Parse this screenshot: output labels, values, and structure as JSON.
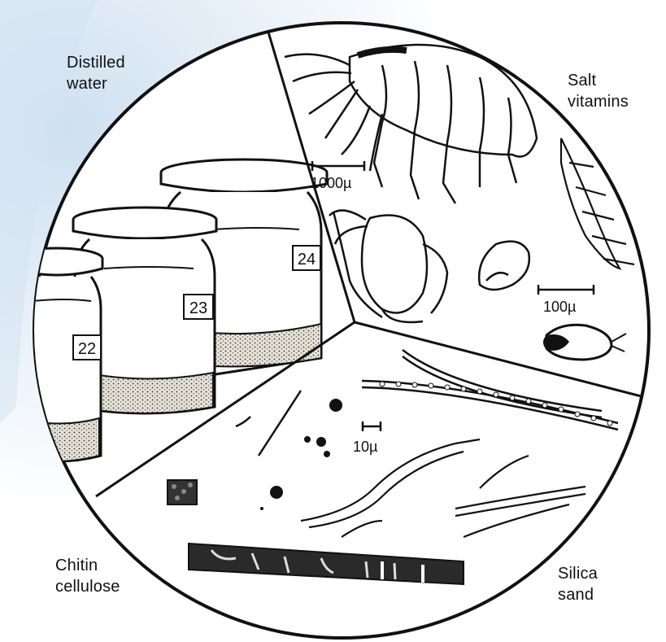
{
  "labels": {
    "distilled_water": [
      "Distilled",
      "water"
    ],
    "salt_vitamins": [
      "Salt",
      "vitamins"
    ],
    "chitin_cellulose": [
      "Chitin",
      "cellulose"
    ],
    "silica_sand": [
      "Silica",
      "sand"
    ]
  },
  "scale_bars": {
    "large": "1000µ",
    "medium": "100µ",
    "small": "10µ"
  },
  "jar_numbers": [
    "22",
    "23",
    "24"
  ],
  "colors": {
    "ink": "#111111",
    "background_glow": "#dbe8f4",
    "sediment": "#d9d4c8"
  }
}
